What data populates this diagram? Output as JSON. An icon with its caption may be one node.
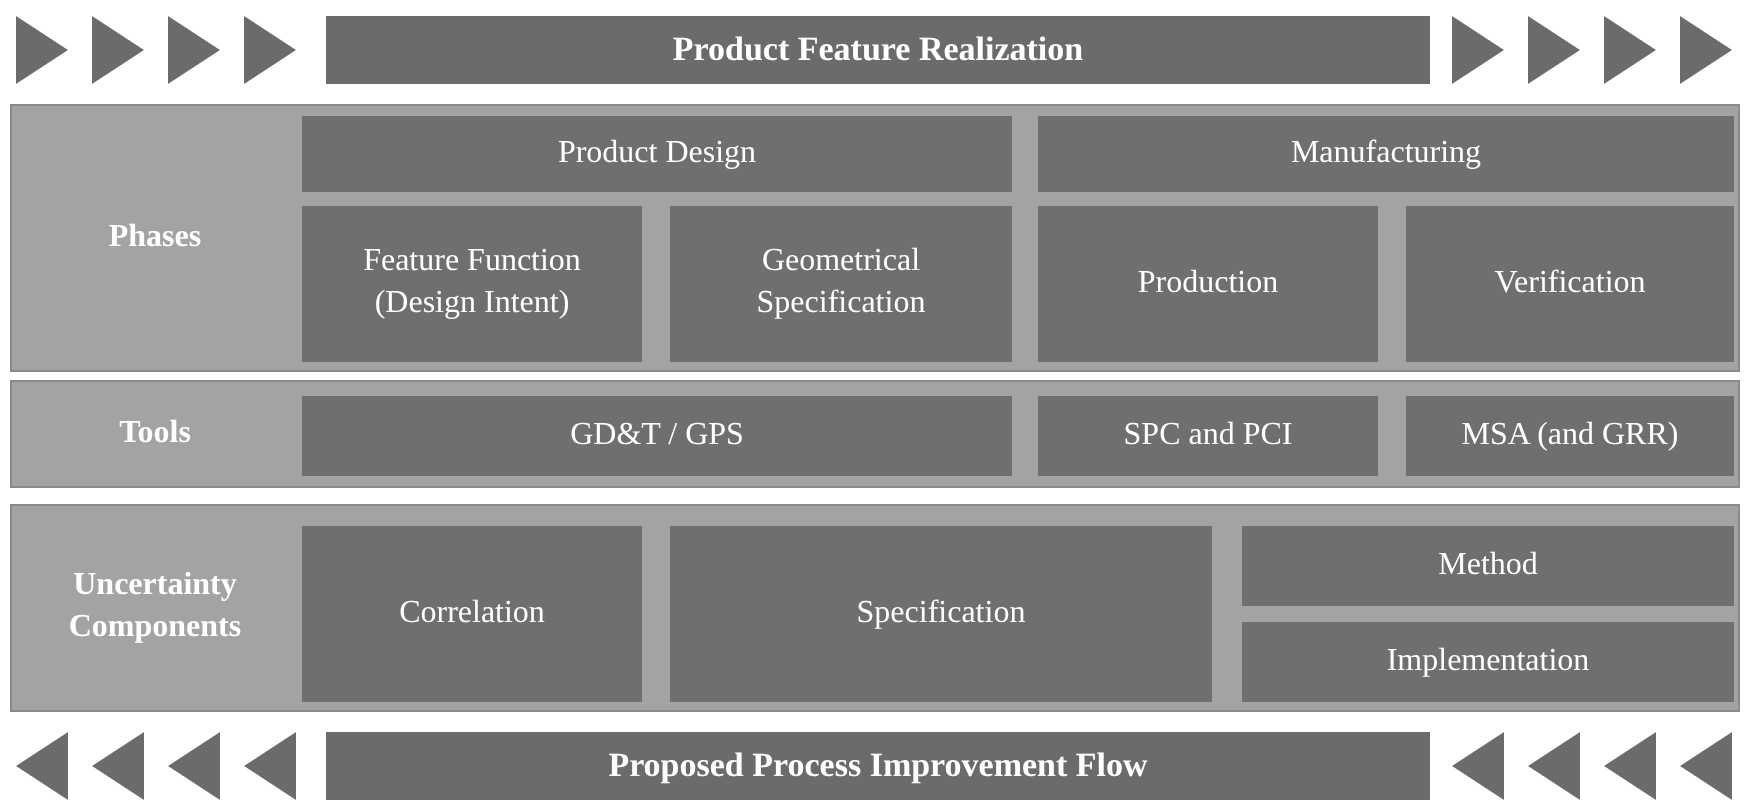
{
  "diagram": {
    "nodes": [
      {
        "text": [
          "Product Feature Realization"
        ]
      },
      {
        "text": [
          "Phases"
        ]
      },
      {
        "text": [
          "Product Design"
        ],
        "in": 1
      },
      {
        "text": [
          "Manufacturing"
        ],
        "in": 1
      },
      {
        "text": [
          "Feature Function (Design Intent)"
        ],
        "in": 1
      },
      {
        "text": [
          "Geometrical Specification"
        ],
        "in": 1
      },
      {
        "text": [
          "Production"
        ],
        "in": 1
      },
      {
        "text": [
          "Verification"
        ],
        "in": 1
      },
      {
        "text": [
          "Tools"
        ]
      },
      {
        "text": [
          "GD&T / GPS"
        ],
        "in": 8
      },
      {
        "text": [
          "SPC and PCI"
        ],
        "in": 8
      },
      {
        "text": [
          "MSA (and GRR)"
        ],
        "in": 8
      },
      {
        "text": [
          "Uncertainty Components"
        ]
      },
      {
        "text": [
          "Correlation"
        ],
        "in": 12
      },
      {
        "text": [
          "Specification"
        ],
        "in": 12
      },
      {
        "text": [
          "Method"
        ],
        "in": 12
      },
      {
        "text": [
          "Implementation"
        ],
        "in": 12
      },
      {
        "text": [
          "Proposed Process Improvement Flow"
        ]
      }
    ],
    "edges": []
  }
}
